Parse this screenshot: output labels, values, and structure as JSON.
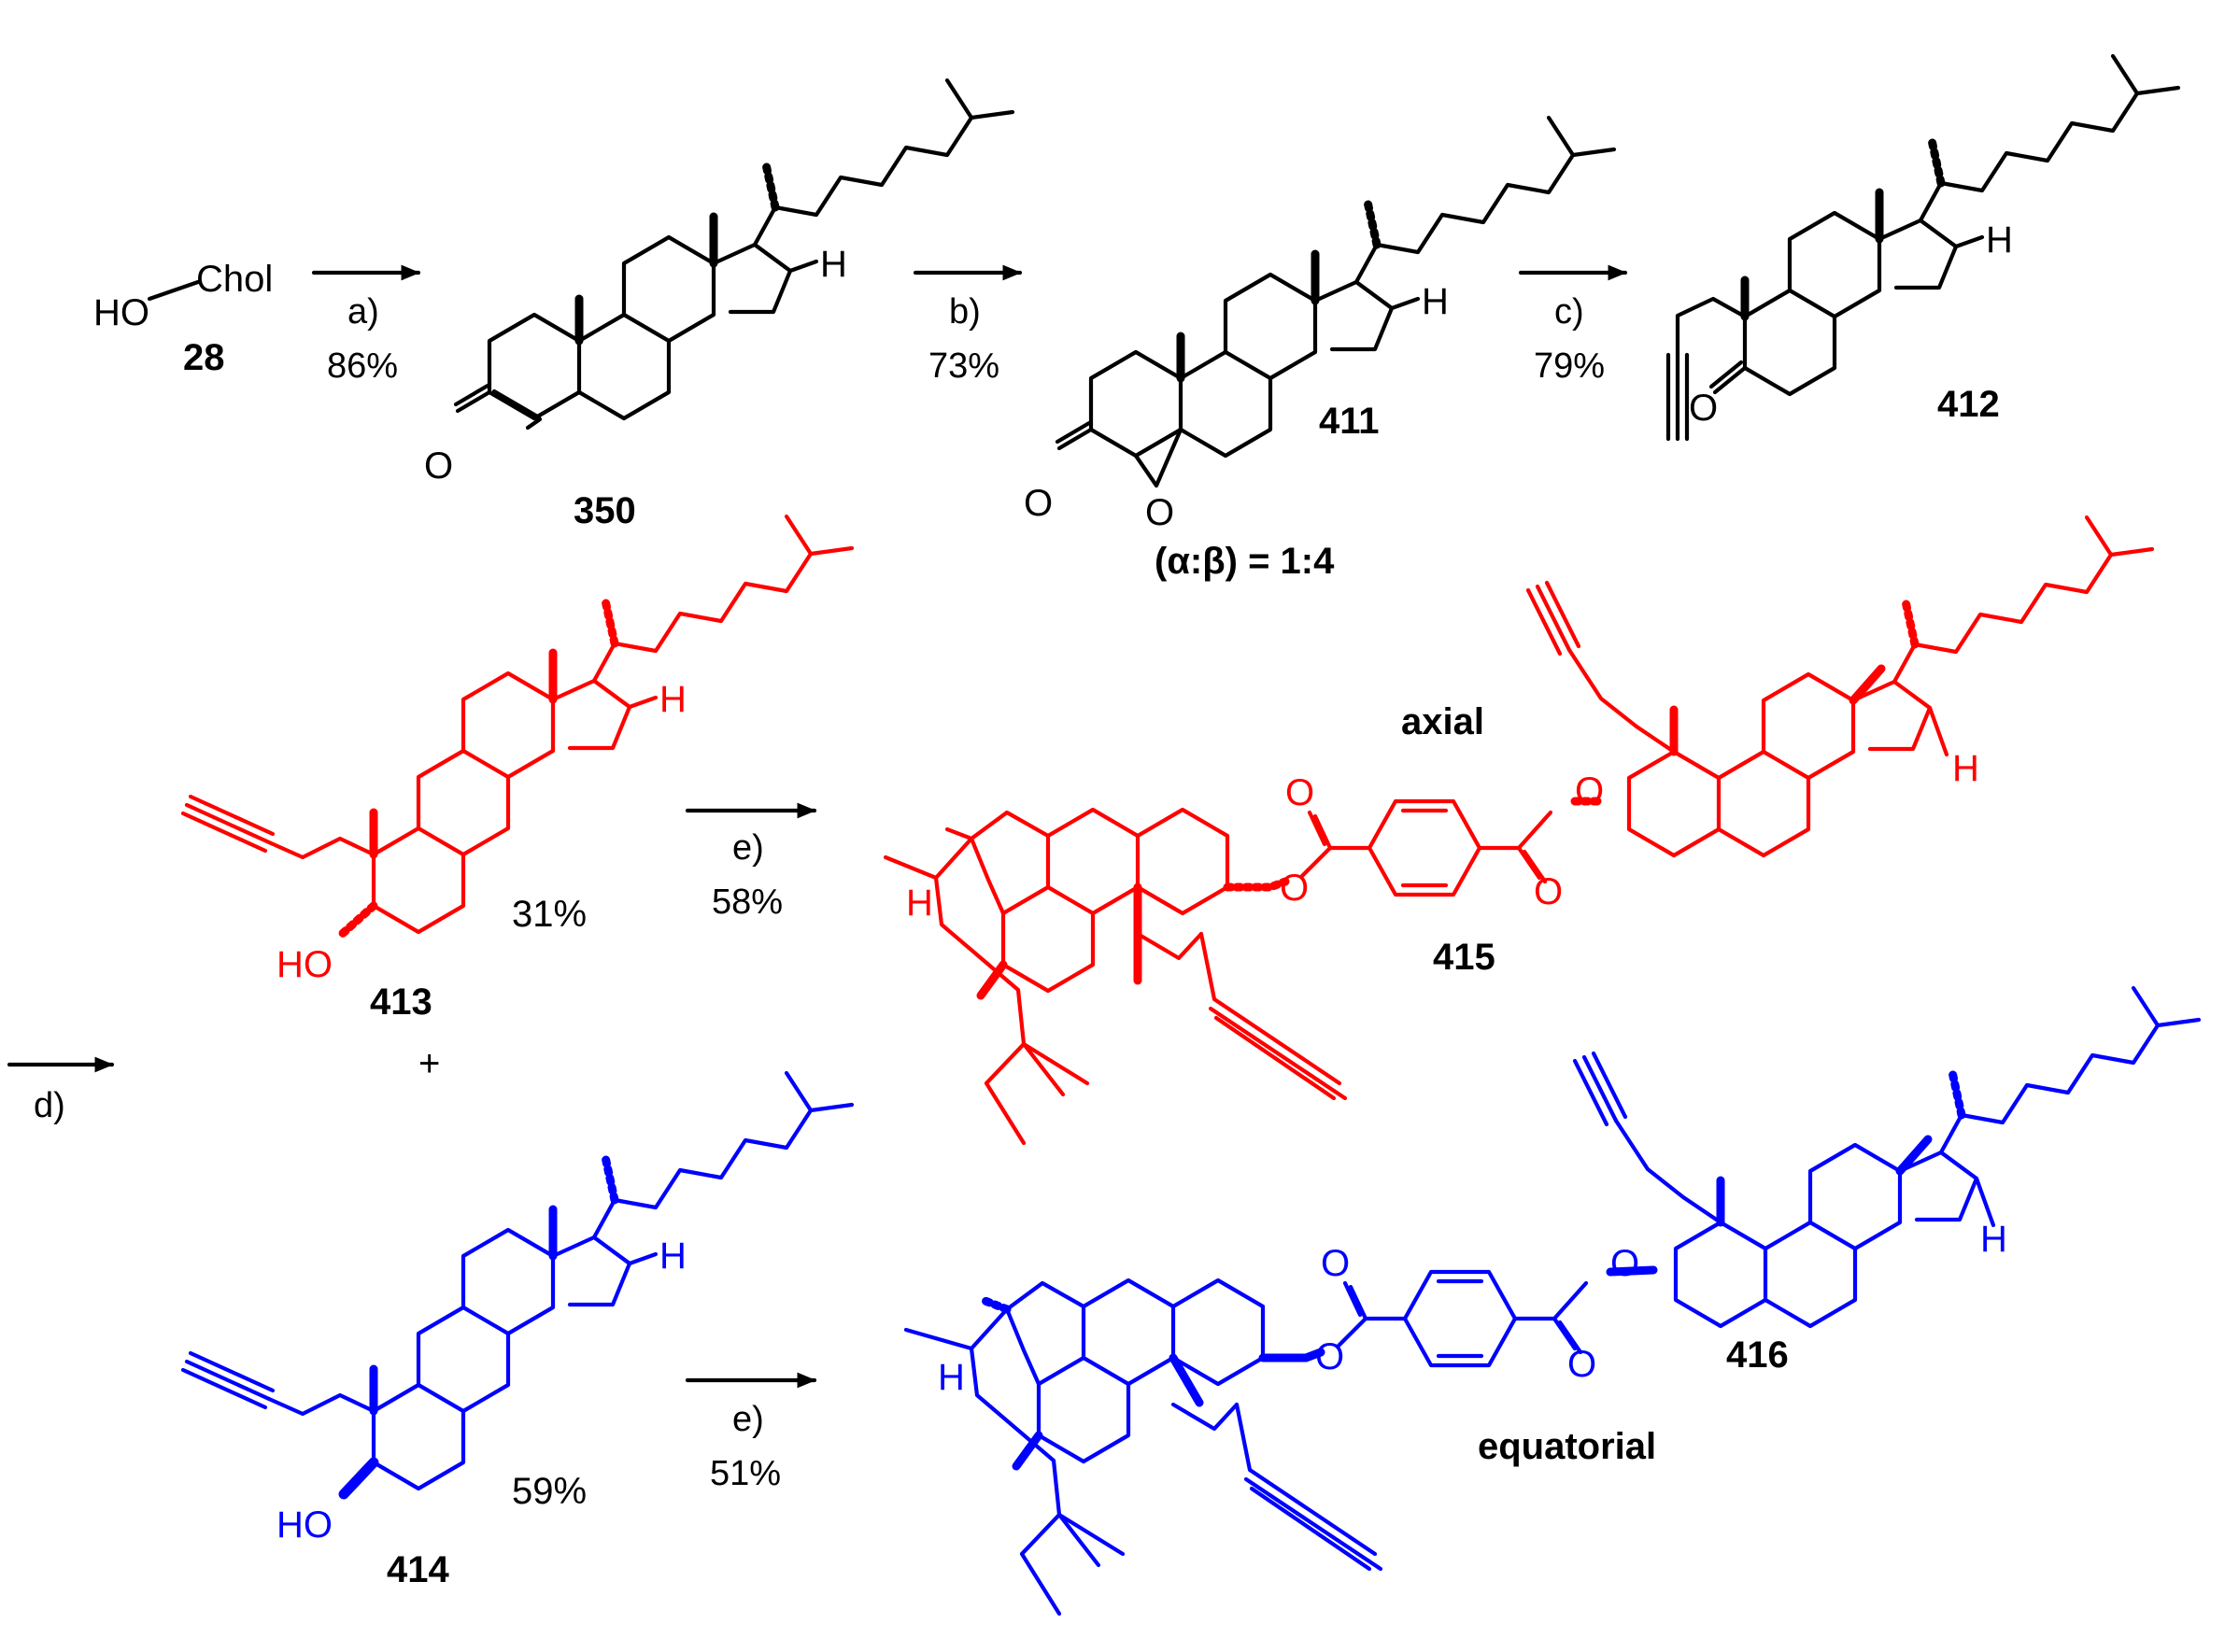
{
  "compounds": {
    "c28": {
      "label": "28",
      "group_left": "HO",
      "group_right": "Chol"
    },
    "c350": {
      "label": "350",
      "atom_H": "H",
      "atom_O": "O"
    },
    "c411": {
      "label": "411",
      "atom_H": "H",
      "atom_O_ketone": "O",
      "atom_O_epoxide": "O",
      "ratio": "(α:β) = 1:4"
    },
    "c412": {
      "label": "412",
      "atom_H": "H",
      "atom_O": "O"
    },
    "c413": {
      "label": "413",
      "atom_H": "H",
      "atom_HO": "HO",
      "yield": "31%"
    },
    "c414": {
      "label": "414",
      "atom_H": "H",
      "atom_HO": "HO",
      "yield": "59%"
    },
    "c415": {
      "label": "415",
      "atom_H_left": "H",
      "atom_H_right": "H",
      "atom_O1": "O",
      "atom_O2": "O",
      "atom_O3": "O",
      "atom_O4": "O",
      "tag": "axial"
    },
    "c416": {
      "label": "416",
      "atom_H_left": "H",
      "atom_H_right": "H",
      "atom_O1": "O",
      "atom_O2": "O",
      "atom_O3": "O",
      "atom_O4": "O",
      "tag": "equatorial"
    }
  },
  "steps": [
    {
      "reagent": "a)",
      "yield": "86%"
    },
    {
      "reagent": "b)",
      "yield": "73%"
    },
    {
      "reagent": "c)",
      "yield": "79%"
    },
    {
      "reagent": "d)",
      "yield": ""
    },
    {
      "reagent": "e)",
      "yield": "58%"
    },
    {
      "reagent": "e)",
      "yield": "51%"
    }
  ],
  "plus": "+",
  "colors": {
    "black": "#000000",
    "axial": "#ff0000",
    "equatorial": "#0000ff"
  }
}
